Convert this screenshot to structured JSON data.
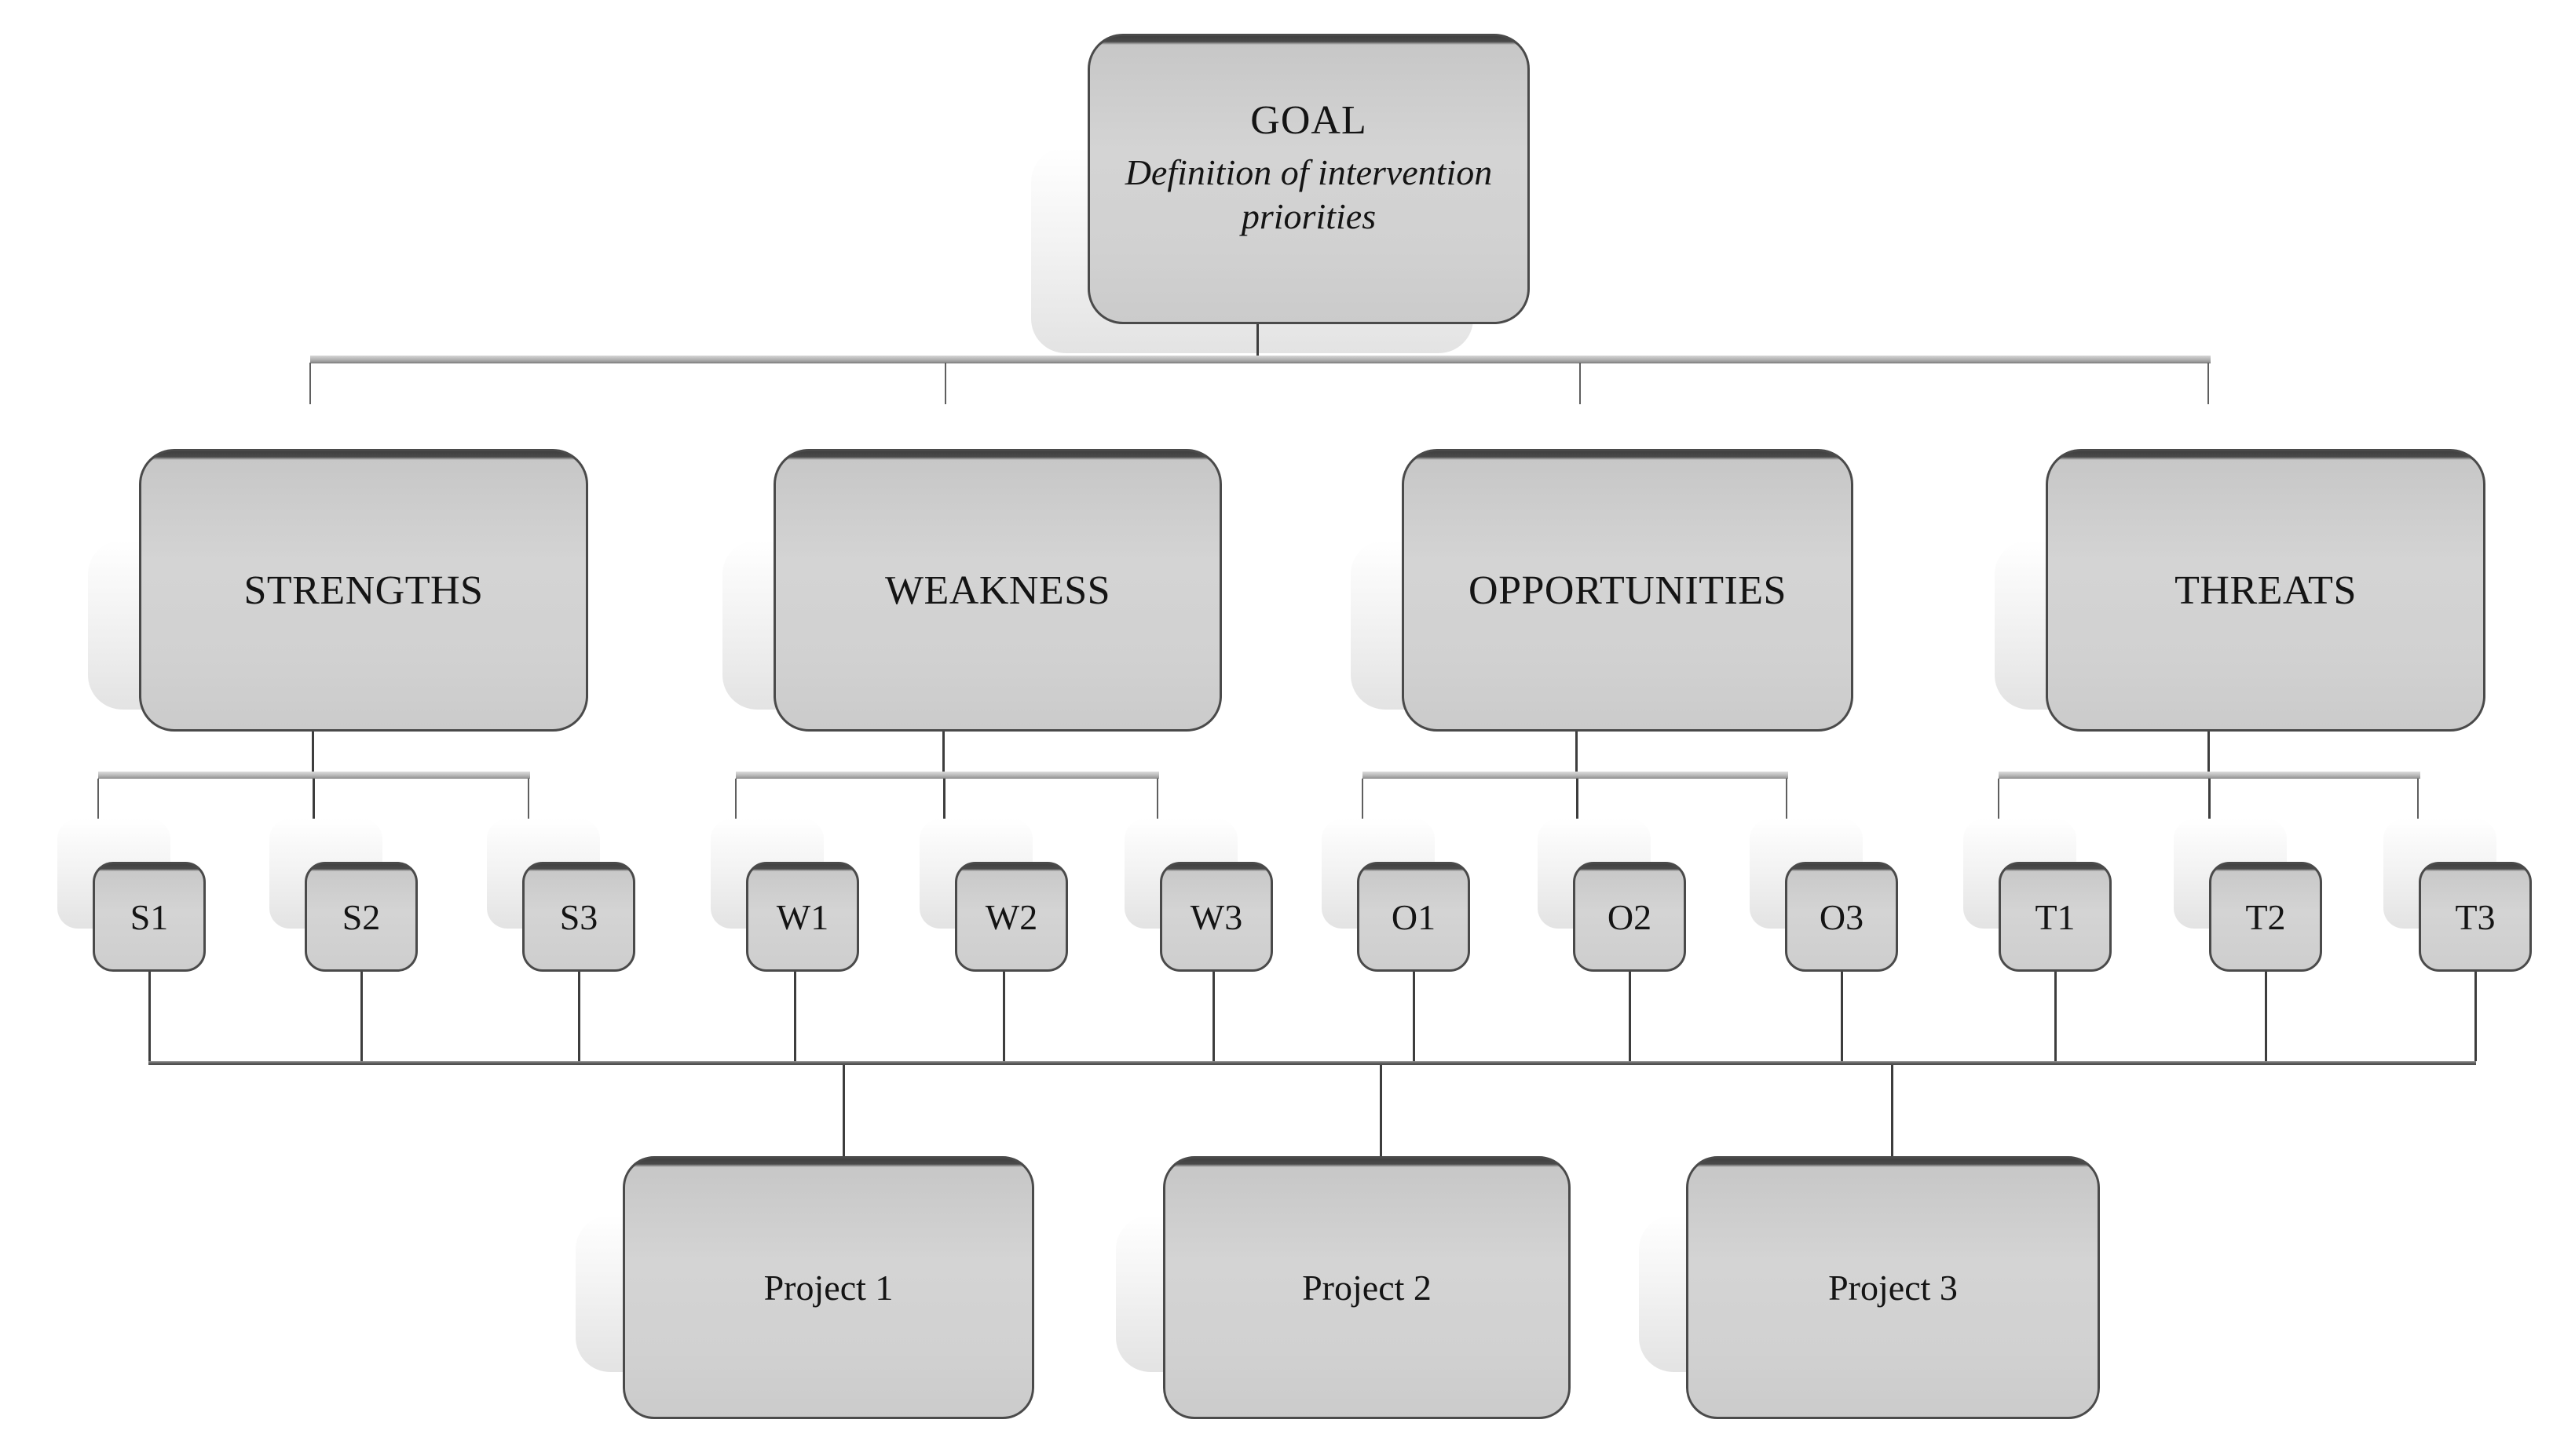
{
  "diagram": {
    "goal": {
      "title": "GOAL",
      "subtitle": "Definition of intervention priorities"
    },
    "criteria": [
      {
        "label": "STRENGTHS",
        "children": [
          "S1",
          "S2",
          "S3"
        ]
      },
      {
        "label": "WEAKNESS",
        "children": [
          "W1",
          "W2",
          "W3"
        ]
      },
      {
        "label": "OPPORTUNITIES",
        "children": [
          "O1",
          "O2",
          "O3"
        ]
      },
      {
        "label": "THREATS",
        "children": [
          "T1",
          "T2",
          "T3"
        ]
      }
    ],
    "alternatives": [
      "Project 1",
      "Project 2",
      "Project 3"
    ],
    "colors": {
      "background": "#ffffff",
      "box_fill": "#d4d4d4",
      "box_border": "#4a4a4a",
      "box_top_band": "#404040",
      "connector_dark": "#3d3d3d",
      "connector_bar_light": "#b3b3b3",
      "connector_rail_dark": "#4a4a4a",
      "text": "#141414"
    }
  }
}
